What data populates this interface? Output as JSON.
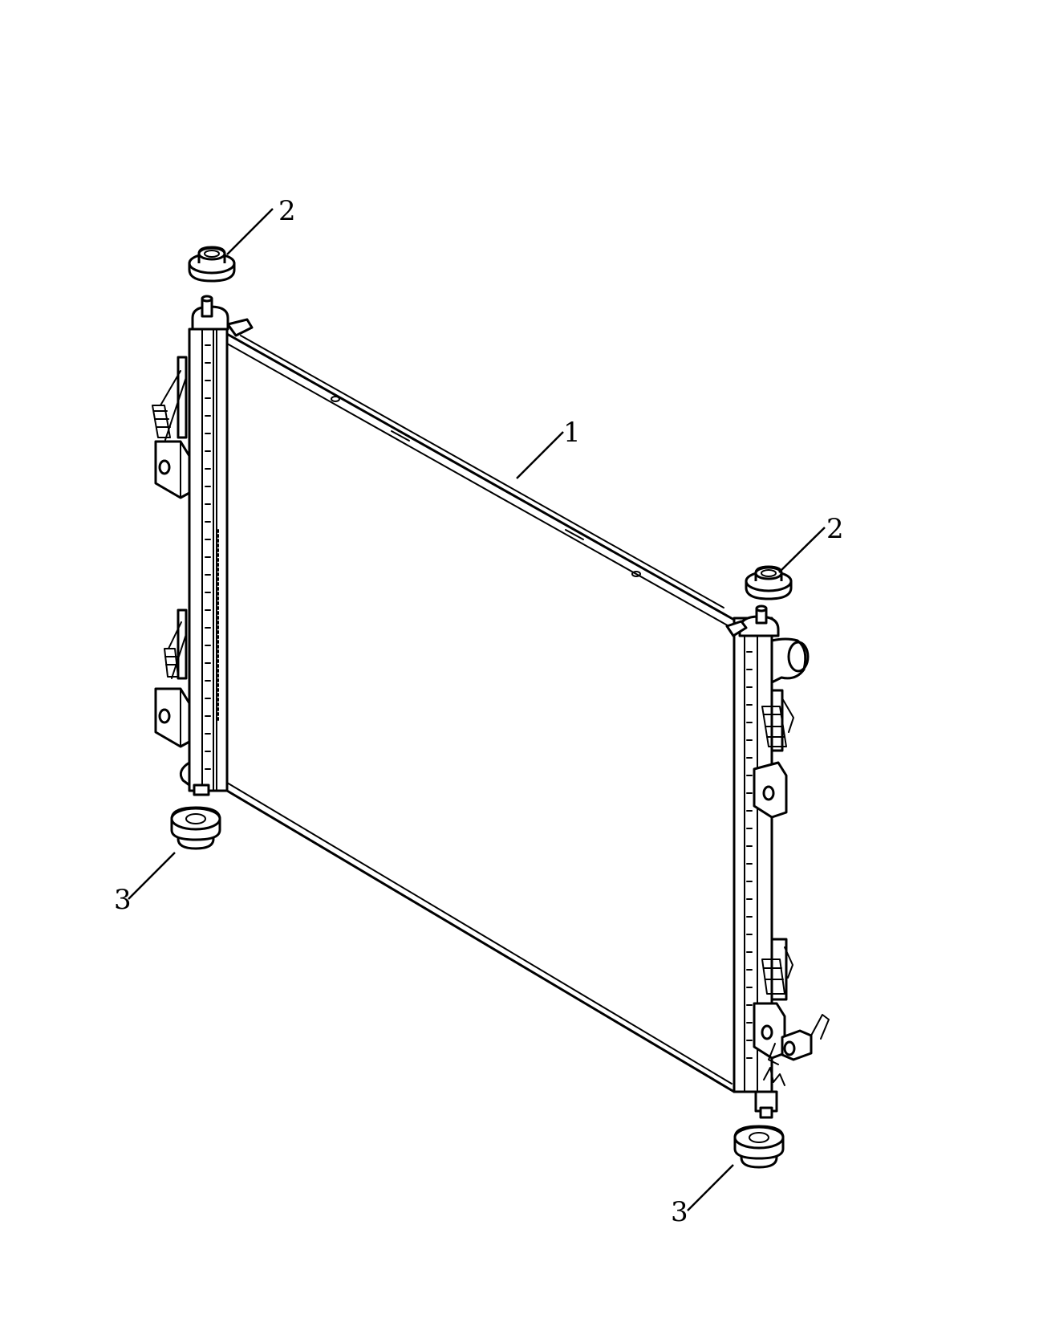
{
  "callouts": [
    {
      "label": "1",
      "part": "radiator"
    },
    {
      "label": "2",
      "part": "upper-mount-left"
    },
    {
      "label": "2",
      "part": "upper-mount-right"
    },
    {
      "label": "3",
      "part": "lower-mount-left"
    },
    {
      "label": "3",
      "part": "lower-mount-right"
    }
  ]
}
